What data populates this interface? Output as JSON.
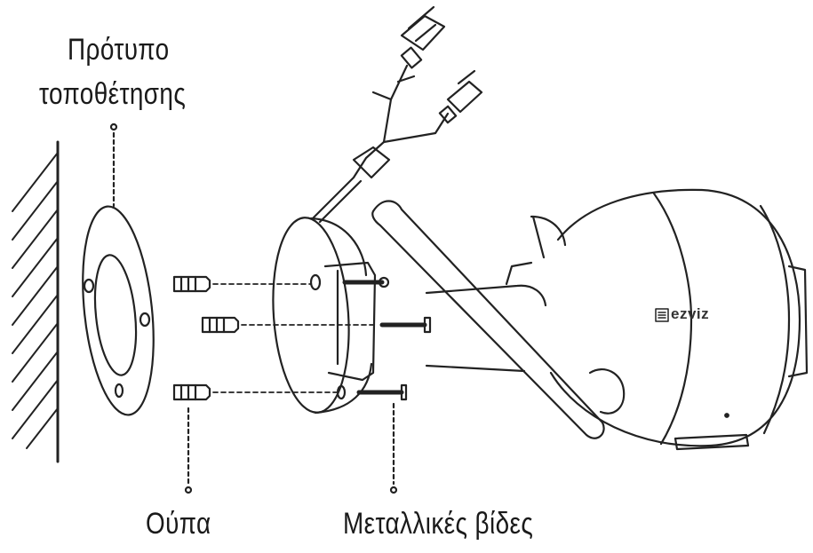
{
  "labels": {
    "template_line1": "Πρότυπο",
    "template_line2": "τοποθέτησης",
    "anchor": "Ούπα",
    "screws": "Μεταλλικές βίδες"
  },
  "brand": {
    "logo_text": "ezviz"
  },
  "colors": {
    "line": "#222222",
    "background": "#ffffff"
  }
}
